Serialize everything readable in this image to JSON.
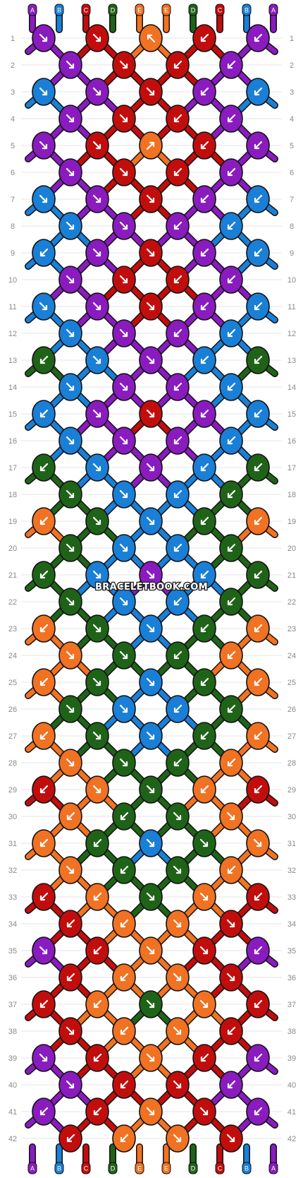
{
  "brand": {
    "watermark": "BRACELETBOOK.COM"
  },
  "colors": {
    "A": "#8a1bbf",
    "B": "#1a7fd6",
    "C": "#c20d0d",
    "D": "#1f6318",
    "E": "#f07222"
  },
  "strings": {
    "top": [
      "A",
      "B",
      "C",
      "D",
      "E",
      "E",
      "D",
      "C",
      "B",
      "A"
    ],
    "bottom": [
      "A",
      "B",
      "C",
      "D",
      "E",
      "E",
      "D",
      "C",
      "B",
      "A"
    ]
  },
  "rows": {
    "labels": [
      "1",
      "2",
      "3",
      "4",
      "5",
      "6",
      "7",
      "8",
      "9",
      "10",
      "11",
      "12",
      "13",
      "14",
      "15",
      "16",
      "17",
      "18",
      "19",
      "20",
      "21",
      "22",
      "23",
      "24",
      "25",
      "26",
      "27",
      "28",
      "29",
      "30",
      "31",
      "32",
      "33",
      "34",
      "35",
      "36",
      "37",
      "38",
      "39",
      "40",
      "41",
      "42"
    ],
    "knots": [
      [
        {
          "c": "A",
          "d": "dr"
        },
        {
          "c": "C",
          "d": "dr"
        },
        {
          "c": "E",
          "d": "ul"
        },
        {
          "c": "C",
          "d": "dl"
        },
        {
          "c": "A",
          "d": "dl"
        }
      ],
      [
        {
          "c": "A",
          "d": "dr"
        },
        {
          "c": "C",
          "d": "dr"
        },
        {
          "c": "C",
          "d": "dl"
        },
        {
          "c": "A",
          "d": "dl"
        }
      ],
      [
        {
          "c": "B",
          "d": "dr"
        },
        {
          "c": "A",
          "d": "dr"
        },
        {
          "c": "C",
          "d": "dr"
        },
        {
          "c": "A",
          "d": "dl"
        },
        {
          "c": "B",
          "d": "dl"
        }
      ],
      [
        {
          "c": "A",
          "d": "dr"
        },
        {
          "c": "C",
          "d": "dr"
        },
        {
          "c": "C",
          "d": "dl"
        },
        {
          "c": "A",
          "d": "dl"
        }
      ],
      [
        {
          "c": "A",
          "d": "dr"
        },
        {
          "c": "C",
          "d": "dr"
        },
        {
          "c": "E",
          "d": "ur"
        },
        {
          "c": "C",
          "d": "dl"
        },
        {
          "c": "A",
          "d": "dl"
        }
      ],
      [
        {
          "c": "A",
          "d": "dr"
        },
        {
          "c": "C",
          "d": "dr"
        },
        {
          "c": "C",
          "d": "dl"
        },
        {
          "c": "A",
          "d": "dl"
        }
      ],
      [
        {
          "c": "B",
          "d": "dr"
        },
        {
          "c": "A",
          "d": "dr"
        },
        {
          "c": "C",
          "d": "dr"
        },
        {
          "c": "A",
          "d": "dl"
        },
        {
          "c": "B",
          "d": "dl"
        }
      ],
      [
        {
          "c": "B",
          "d": "dr"
        },
        {
          "c": "A",
          "d": "dr"
        },
        {
          "c": "A",
          "d": "dl"
        },
        {
          "c": "B",
          "d": "dl"
        }
      ],
      [
        {
          "c": "B",
          "d": "dl"
        },
        {
          "c": "A",
          "d": "dr"
        },
        {
          "c": "C",
          "d": "dr"
        },
        {
          "c": "A",
          "d": "dl"
        },
        {
          "c": "B",
          "d": "dl"
        }
      ],
      [
        {
          "c": "A",
          "d": "dr"
        },
        {
          "c": "C",
          "d": "dr"
        },
        {
          "c": "C",
          "d": "dl"
        },
        {
          "c": "A",
          "d": "dl"
        }
      ],
      [
        {
          "c": "B",
          "d": "dr"
        },
        {
          "c": "A",
          "d": "dr"
        },
        {
          "c": "C",
          "d": "dr"
        },
        {
          "c": "A",
          "d": "dl"
        },
        {
          "c": "B",
          "d": "dl"
        }
      ],
      [
        {
          "c": "B",
          "d": "dr"
        },
        {
          "c": "A",
          "d": "dr"
        },
        {
          "c": "A",
          "d": "dl"
        },
        {
          "c": "B",
          "d": "dl"
        }
      ],
      [
        {
          "c": "D",
          "d": "dl"
        },
        {
          "c": "B",
          "d": "dr"
        },
        {
          "c": "A",
          "d": "dr"
        },
        {
          "c": "B",
          "d": "dl"
        },
        {
          "c": "D",
          "d": "dl"
        }
      ],
      [
        {
          "c": "B",
          "d": "dr"
        },
        {
          "c": "A",
          "d": "dr"
        },
        {
          "c": "A",
          "d": "dl"
        },
        {
          "c": "B",
          "d": "dl"
        }
      ],
      [
        {
          "c": "B",
          "d": "dl"
        },
        {
          "c": "A",
          "d": "dr"
        },
        {
          "c": "C",
          "d": "dr"
        },
        {
          "c": "A",
          "d": "dl"
        },
        {
          "c": "B",
          "d": "dl"
        }
      ],
      [
        {
          "c": "B",
          "d": "dr"
        },
        {
          "c": "A",
          "d": "dr"
        },
        {
          "c": "A",
          "d": "dl"
        },
        {
          "c": "B",
          "d": "dl"
        }
      ],
      [
        {
          "c": "D",
          "d": "dl"
        },
        {
          "c": "B",
          "d": "dr"
        },
        {
          "c": "A",
          "d": "dr"
        },
        {
          "c": "B",
          "d": "dl"
        },
        {
          "c": "D",
          "d": "dl"
        }
      ],
      [
        {
          "c": "D",
          "d": "dr"
        },
        {
          "c": "B",
          "d": "dr"
        },
        {
          "c": "B",
          "d": "dl"
        },
        {
          "c": "D",
          "d": "dl"
        }
      ],
      [
        {
          "c": "E",
          "d": "dl"
        },
        {
          "c": "D",
          "d": "dr"
        },
        {
          "c": "B",
          "d": "dr"
        },
        {
          "c": "D",
          "d": "dl"
        },
        {
          "c": "E",
          "d": "dl"
        }
      ],
      [
        {
          "c": "D",
          "d": "dr"
        },
        {
          "c": "B",
          "d": "dr"
        },
        {
          "c": "B",
          "d": "dl"
        },
        {
          "c": "D",
          "d": "dl"
        }
      ],
      [
        {
          "c": "D",
          "d": "dl"
        },
        {
          "c": "B",
          "d": "dr"
        },
        {
          "c": "A",
          "d": "dr"
        },
        {
          "c": "B",
          "d": "dl"
        },
        {
          "c": "D",
          "d": "dl"
        }
      ],
      [
        {
          "c": "D",
          "d": "dr"
        },
        {
          "c": "B",
          "d": "dr"
        },
        {
          "c": "B",
          "d": "dl"
        },
        {
          "c": "D",
          "d": "dl"
        }
      ],
      [
        {
          "c": "E",
          "d": "dl"
        },
        {
          "c": "D",
          "d": "dr"
        },
        {
          "c": "B",
          "d": "dr"
        },
        {
          "c": "D",
          "d": "dl"
        },
        {
          "c": "E",
          "d": "dl"
        }
      ],
      [
        {
          "c": "E",
          "d": "dr"
        },
        {
          "c": "D",
          "d": "dr"
        },
        {
          "c": "D",
          "d": "dl"
        },
        {
          "c": "E",
          "d": "dl"
        }
      ],
      [
        {
          "c": "E",
          "d": "dl"
        },
        {
          "c": "D",
          "d": "dr"
        },
        {
          "c": "B",
          "d": "dr"
        },
        {
          "c": "D",
          "d": "dl"
        },
        {
          "c": "E",
          "d": "dl"
        }
      ],
      [
        {
          "c": "D",
          "d": "dr"
        },
        {
          "c": "B",
          "d": "dr"
        },
        {
          "c": "B",
          "d": "dl"
        },
        {
          "c": "D",
          "d": "dl"
        }
      ],
      [
        {
          "c": "E",
          "d": "dl"
        },
        {
          "c": "D",
          "d": "dr"
        },
        {
          "c": "B",
          "d": "dr"
        },
        {
          "c": "D",
          "d": "dl"
        },
        {
          "c": "E",
          "d": "dl"
        }
      ],
      [
        {
          "c": "E",
          "d": "dr"
        },
        {
          "c": "D",
          "d": "dr"
        },
        {
          "c": "D",
          "d": "dl"
        },
        {
          "c": "E",
          "d": "dl"
        }
      ],
      [
        {
          "c": "C",
          "d": "dl"
        },
        {
          "c": "E",
          "d": "dr"
        },
        {
          "c": "D",
          "d": "dr"
        },
        {
          "c": "E",
          "d": "dl"
        },
        {
          "c": "C",
          "d": "dl"
        }
      ],
      [
        {
          "c": "E",
          "d": "dl"
        },
        {
          "c": "D",
          "d": "dl"
        },
        {
          "c": "D",
          "d": "dr"
        },
        {
          "c": "E",
          "d": "dr"
        }
      ],
      [
        {
          "c": "E",
          "d": "dl"
        },
        {
          "c": "D",
          "d": "dl"
        },
        {
          "c": "B",
          "d": "dr"
        },
        {
          "c": "D",
          "d": "dr"
        },
        {
          "c": "E",
          "d": "dr"
        }
      ],
      [
        {
          "c": "E",
          "d": "dr"
        },
        {
          "c": "D",
          "d": "dl"
        },
        {
          "c": "D",
          "d": "dr"
        },
        {
          "c": "E",
          "d": "dl"
        }
      ],
      [
        {
          "c": "C",
          "d": "dl"
        },
        {
          "c": "E",
          "d": "dl"
        },
        {
          "c": "D",
          "d": "dr"
        },
        {
          "c": "E",
          "d": "dr"
        },
        {
          "c": "C",
          "d": "dl"
        }
      ],
      [
        {
          "c": "C",
          "d": "dl"
        },
        {
          "c": "E",
          "d": "dl"
        },
        {
          "c": "E",
          "d": "dr"
        },
        {
          "c": "C",
          "d": "dr"
        }
      ],
      [
        {
          "c": "A",
          "d": "dr"
        },
        {
          "c": "C",
          "d": "dl"
        },
        {
          "c": "E",
          "d": "dr"
        },
        {
          "c": "C",
          "d": "dr"
        },
        {
          "c": "A",
          "d": "dl"
        }
      ],
      [
        {
          "c": "C",
          "d": "dl"
        },
        {
          "c": "E",
          "d": "dl"
        },
        {
          "c": "E",
          "d": "dr"
        },
        {
          "c": "C",
          "d": "dr"
        }
      ],
      [
        {
          "c": "C",
          "d": "dl"
        },
        {
          "c": "E",
          "d": "dl"
        },
        {
          "c": "D",
          "d": "dr"
        },
        {
          "c": "E",
          "d": "dr"
        },
        {
          "c": "C",
          "d": "dl"
        }
      ],
      [
        {
          "c": "C",
          "d": "dr"
        },
        {
          "c": "E",
          "d": "dl"
        },
        {
          "c": "E",
          "d": "dr"
        },
        {
          "c": "C",
          "d": "dl"
        }
      ],
      [
        {
          "c": "A",
          "d": "dr"
        },
        {
          "c": "C",
          "d": "dl"
        },
        {
          "c": "E",
          "d": "dr"
        },
        {
          "c": "C",
          "d": "dl"
        },
        {
          "c": "A",
          "d": "dl"
        }
      ],
      [
        {
          "c": "A",
          "d": "dr"
        },
        {
          "c": "C",
          "d": "dl"
        },
        {
          "c": "C",
          "d": "dr"
        },
        {
          "c": "A",
          "d": "dl"
        }
      ],
      [
        {
          "c": "A",
          "d": "dl"
        },
        {
          "c": "C",
          "d": "dl"
        },
        {
          "c": "E",
          "d": "dr"
        },
        {
          "c": "C",
          "d": "dr"
        },
        {
          "c": "A",
          "d": "dl"
        }
      ],
      [
        {
          "c": "C",
          "d": "dl"
        },
        {
          "c": "E",
          "d": "dl"
        },
        {
          "c": "E",
          "d": "dr"
        },
        {
          "c": "C",
          "d": "dr"
        }
      ]
    ]
  }
}
